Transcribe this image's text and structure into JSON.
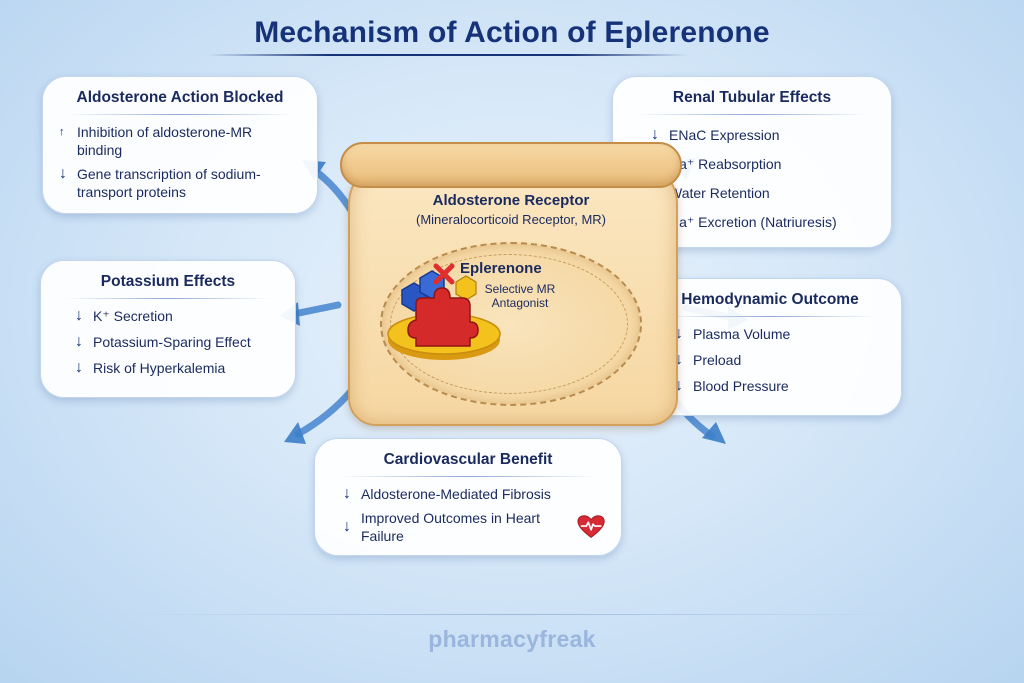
{
  "title": "Mechanism of Action of Eplerenone",
  "receptor": {
    "title": "Aldosterone Receptor",
    "subtitle": "(Mineralocorticoid Receptor, MR)",
    "drug_name": "Eplerenone",
    "drug_desc": "Selective MR Antagonist"
  },
  "cards": {
    "aldosterone": {
      "title": "Aldosterone Action Blocked",
      "items": [
        {
          "arrow": "↑",
          "text": "Inhibition of aldosterone-MR binding"
        },
        {
          "arrow": "↓",
          "text": "Gene transcription of sodium-transport proteins"
        }
      ]
    },
    "renal": {
      "title": "Renal Tubular Effects",
      "items": [
        {
          "arrow": "↓",
          "text": "ENaC Expression"
        },
        {
          "arrow": "↓",
          "text": "Na⁺ Reabsorption"
        },
        {
          "arrow": "↓",
          "text": "Water Retention"
        },
        {
          "arrow": "↑",
          "text": "Na⁺ Excretion (Natriuresis)"
        }
      ]
    },
    "potassium": {
      "title": "Potassium Effects",
      "items": [
        {
          "arrow": "↓",
          "text": "K⁺ Secretion"
        },
        {
          "arrow": "↓",
          "text": "Potassium-Sparing Effect"
        },
        {
          "arrow": "↓",
          "text": "Risk of Hyperkalemia"
        }
      ]
    },
    "hemodynamic": {
      "title": "Hemodynamic Outcome",
      "items": [
        {
          "arrow": "↓",
          "text": "Plasma Volume"
        },
        {
          "arrow": "↓",
          "text": "Preload"
        },
        {
          "arrow": "↓",
          "text": "Blood Pressure"
        }
      ]
    },
    "cardio": {
      "title": "Cardiovascular Benefit",
      "items": [
        {
          "arrow": "↓",
          "text": "Aldosterone-Mediated Fibrosis"
        },
        {
          "arrow": "↓",
          "text": "Improved Outcomes in Heart Failure"
        }
      ]
    }
  },
  "icons": {
    "heart": "heart-ecg-icon",
    "block": "red-x-block-icon",
    "molecule": "eplerenone-molecule-icon"
  },
  "colors": {
    "title": "#163278",
    "arrow": "#3f7fc8",
    "receptor": "#f6d7a2",
    "drug_red": "#d42a2a",
    "drug_yellow": "#f3c21c",
    "molecule_blue": "#2a56c4",
    "footer": "#9ab5de"
  },
  "footer": "pharmacyfreak"
}
